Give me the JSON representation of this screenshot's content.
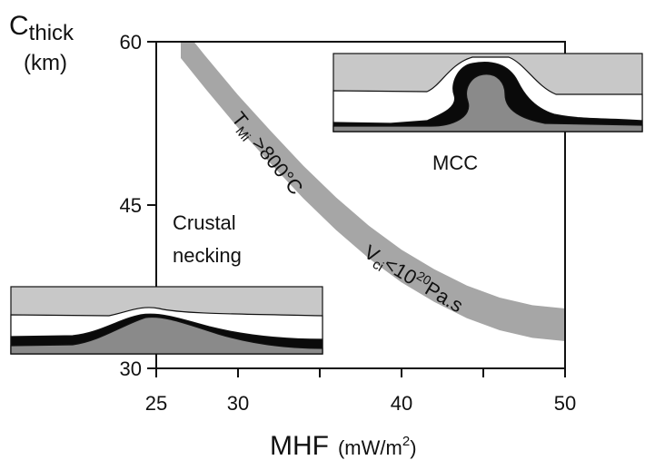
{
  "chart_data": {
    "type": "area",
    "ylabel_main": "C",
    "ylabel_sub": "thick",
    "ylabel_unit": "(km)",
    "xlabel_main": "MHF",
    "xlabel_unit_pre": "(mW/m",
    "xlabel_unit_exp": "2",
    "xlabel_unit_post": ")",
    "xlim": [
      25,
      50
    ],
    "ylim": [
      30,
      60
    ],
    "x_ticks": [
      25,
      30,
      40,
      50
    ],
    "x_minor_ticks": [
      35,
      45
    ],
    "y_ticks": [
      30,
      45,
      60
    ],
    "band": {
      "x": [
        26.5,
        28,
        30,
        32,
        34,
        36,
        38,
        40,
        42,
        44,
        46,
        48,
        50
      ],
      "y": [
        60,
        57.2,
        53.6,
        50.3,
        47.1,
        44.2,
        41.6,
        39.4,
        37.6,
        36.1,
        35.0,
        34.3,
        34.0
      ],
      "half_width": 1.5
    },
    "band_labels": {
      "temp": {
        "main": "T",
        "sub": "Mi",
        "text": " >800°C"
      },
      "visc": {
        "main": "V",
        "sub": "ci",
        "text": "<10",
        "exp": "20",
        "post": "Pa.s"
      }
    },
    "annotations": {
      "mcc": "MCC",
      "necking_line1": "Crustal",
      "necking_line2": "necking"
    },
    "colors": {
      "band": "#a6a6a6",
      "upper_crust": "#c8c8c8",
      "middle_crust": "#ffffff",
      "lower_crust": "#0a0a0a",
      "mantle": "#8a8a8a",
      "outline": "#111111"
    }
  }
}
